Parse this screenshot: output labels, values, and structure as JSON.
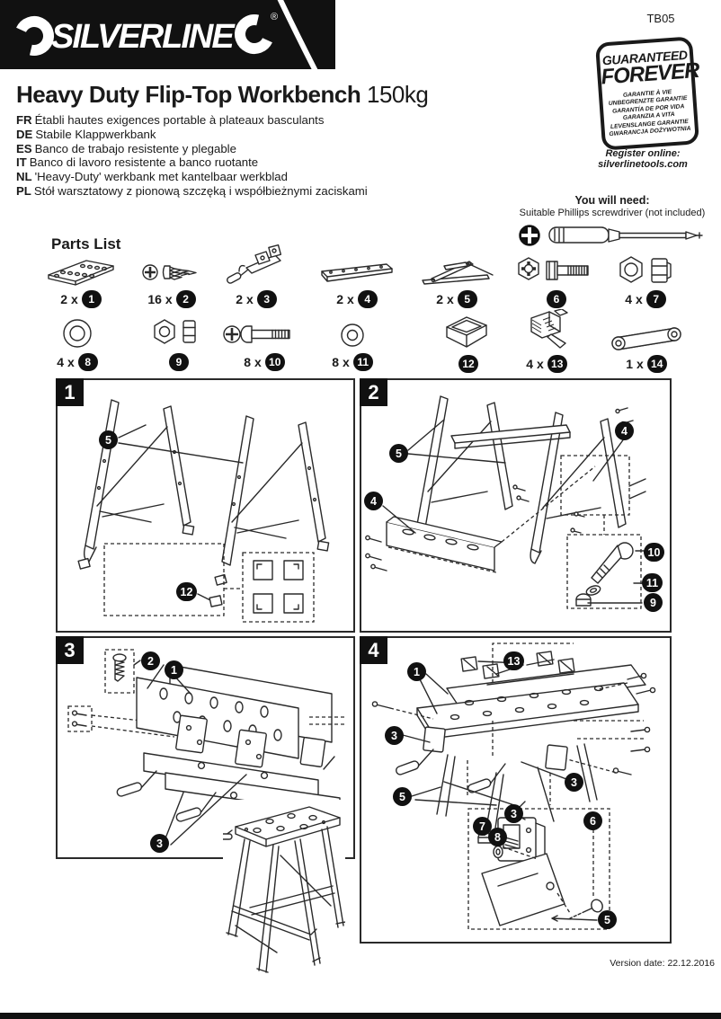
{
  "page": {
    "product_code": "TB05",
    "version_date": "Version date: 22.12.2016"
  },
  "header": {
    "brand": "SILVERLINE",
    "registered_mark": "®",
    "title": "Heavy Duty Flip-Top Workbench",
    "capacity": "150kg",
    "languages": [
      {
        "code": "FR",
        "text": "Établi hautes exigences portable à plateaux basculants"
      },
      {
        "code": "DE",
        "text": "Stabile Klappwerkbank"
      },
      {
        "code": "ES",
        "text": "Banco de trabajo resistente y plegable"
      },
      {
        "code": "IT",
        "text": "Banco di lavoro resistente a banco ruotante"
      },
      {
        "code": "NL",
        "text": "'Heavy-Duty' werkbank met kantelbaar werkblad"
      },
      {
        "code": "PL",
        "text": "Stół warsztatowy z pionową szczęką i współbieżnymi zaciskami"
      }
    ]
  },
  "guarantee_badge": {
    "line1": "GUARANTEED",
    "line2": "FOREVER",
    "translations": [
      "GARANTIE  À VIE",
      "UNBEGRENZTE GARANTIE",
      "GARANTÍA DE POR VIDA",
      "GARANZIA A VITA",
      "LEVENSLANGE GARANTIE",
      "GWARANCJA DOŻYWOTNIA"
    ]
  },
  "register_online": "Register online: silverlinetools.com",
  "you_will_need": {
    "title": "You will need:",
    "item": "Suitable Phillips screwdriver (not included)"
  },
  "parts_list": {
    "title": "Parts List",
    "items": [
      {
        "qty": "2 x",
        "num": "1",
        "name": "perforated-plate"
      },
      {
        "qty": "16 x",
        "num": "2",
        "name": "screw"
      },
      {
        "qty": "2 x",
        "num": "3",
        "name": "clamp-crank"
      },
      {
        "qty": "2 x",
        "num": "4",
        "name": "side-rail"
      },
      {
        "qty": "2 x",
        "num": "5",
        "name": "folding-brace"
      },
      {
        "qty": "",
        "num": "6",
        "name": "hex-bolt"
      },
      {
        "qty": "4 x",
        "num": "7",
        "name": "hex-nut"
      },
      {
        "qty": "4 x",
        "num": "8",
        "name": "washer-large"
      },
      {
        "qty": "",
        "num": "9",
        "name": "hex-nut-side"
      },
      {
        "qty": "8 x",
        "num": "10",
        "name": "phillips-bolt"
      },
      {
        "qty": "8 x",
        "num": "11",
        "name": "washer-small"
      },
      {
        "qty": "",
        "num": "12",
        "name": "foot-cap"
      },
      {
        "qty": "4 x",
        "num": "13",
        "name": "clamp-dog"
      },
      {
        "qty": "1 x",
        "num": "14",
        "name": "handle-rod"
      }
    ]
  },
  "steps": [
    {
      "number": "1",
      "callouts": [
        "5",
        "12"
      ]
    },
    {
      "number": "2",
      "callouts": [
        "5",
        "4",
        "4",
        "10",
        "11",
        "9"
      ]
    },
    {
      "number": "3",
      "callouts": [
        "2",
        "1",
        "3"
      ]
    },
    {
      "number": "4",
      "callouts": [
        "1",
        "13",
        "3",
        "3",
        "5",
        "3",
        "7",
        "8",
        "6",
        "5"
      ]
    }
  ]
}
